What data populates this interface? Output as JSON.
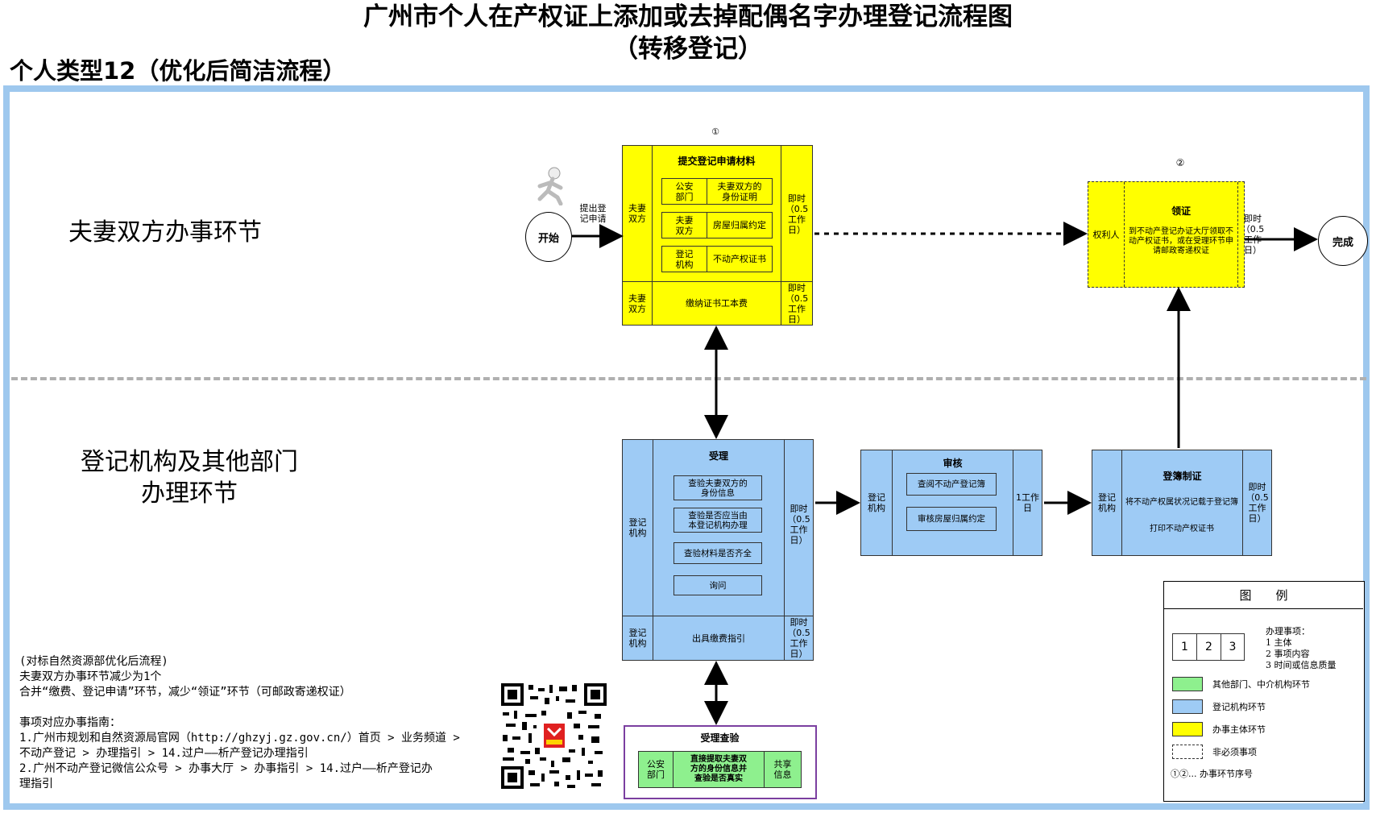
{
  "title_line1": "广州市个人在产权证上添加或去掉配偶名字办理登记流程图",
  "title_line2": "（转移登记）",
  "subtitle": "个人类型12（优化后简洁流程）",
  "section_top": "夫妻双方办事环节",
  "section_bottom_line1": "登记机构及其他部门",
  "section_bottom_line2": "办理环节",
  "start": {
    "label": "开始",
    "edge_label": "提出登\n记申请"
  },
  "finish": {
    "label": "完成"
  },
  "step1": {
    "marker": "①",
    "subject": "夫妻\n双方",
    "heading": "提交登记申请材料",
    "time": "即时\n（0.5\n工作\n日）",
    "items": [
      {
        "dept": "公安\n部门",
        "content": "夫妻双方的\n身份证明"
      },
      {
        "dept": "夫妻\n双方",
        "content": "房屋归属约定"
      },
      {
        "dept": "登记\n机构",
        "content": "不动产权证书"
      }
    ],
    "fee_subject": "夫妻\n双方",
    "fee_content": "缴纳证书工本费",
    "fee_time": "即时\n（0.5\n工作\n日）"
  },
  "step2": {
    "marker": "②",
    "subject": "权利人",
    "heading": "领证",
    "content": "到不动产登记办证大厅领取不动产权证书，或在受理环节申请邮政寄递权证",
    "time": "即时\n（0.5\n工作\n日）"
  },
  "accept": {
    "subject": "登记\n机构",
    "heading": "受理",
    "items": [
      "查验夫妻双方的\n身份信息",
      "查验是否应当由\n本登记机构办理",
      "查验材料是否齐全",
      "询问"
    ],
    "time": "即时\n（0.5\n工作\n日）",
    "fee_subject": "登记\n机构",
    "fee_content": "出具缴费指引",
    "fee_time": "即时\n（0.5\n工作\n日）"
  },
  "review": {
    "subject": "登记\n机构",
    "heading": "审核",
    "items": [
      "查阅不动产登记簿",
      "审核房屋归属约定"
    ],
    "time": "1工作\n日"
  },
  "register": {
    "subject": "登记\n机构",
    "heading": "登簿制证",
    "content1": "将不动产权属状况记载于登记簿",
    "content2": "打印不动产权证书",
    "time": "即时\n（0.5\n工作\n日）"
  },
  "verify": {
    "heading": "受理查验",
    "left": "公安\n部门",
    "middle": "直接提取夫妻双\n方的身份信息并\n查验是否真实",
    "right": "共享\n信息"
  },
  "notes": [
    "(对标自然资源部优化后流程)",
    "夫妻双方办事环节减少为1个",
    "合并“缴费、登记申请”环节，减少“领证”环节（可邮政寄递权证）",
    "",
    "事项对应办事指南：",
    "1.广州市规划和自然资源局官网（http://ghzyj.gz.gov.cn/）首页 > 业务频道 >",
    "不动产登记 > 办理指引 > 14.过户——析产登记办理指引",
    "2.广州不动产登记微信公众号 > 办事大厅 > 办事指引 > 14.过户——析产登记办",
    "理指引"
  ],
  "legend": {
    "title": "图　　例",
    "num1": "1",
    "num2": "2",
    "num3": "3",
    "items_title": "办理事项：",
    "item1": "1 主体",
    "item2": "2 事项内容",
    "item3": "3 时间或信息质量",
    "green": "其他部门、中介机构环节",
    "blue": "登记机构环节",
    "yellow": "办事主体环节",
    "dashed": "非必须事项",
    "seq": "①②... 办事环节序号"
  },
  "colors": {
    "yellow": "#ffff00",
    "blue": "#9ecbf5",
    "green": "#8ef08e",
    "frame": "#9ec8ee",
    "verify_border": "#7b3fa0"
  }
}
